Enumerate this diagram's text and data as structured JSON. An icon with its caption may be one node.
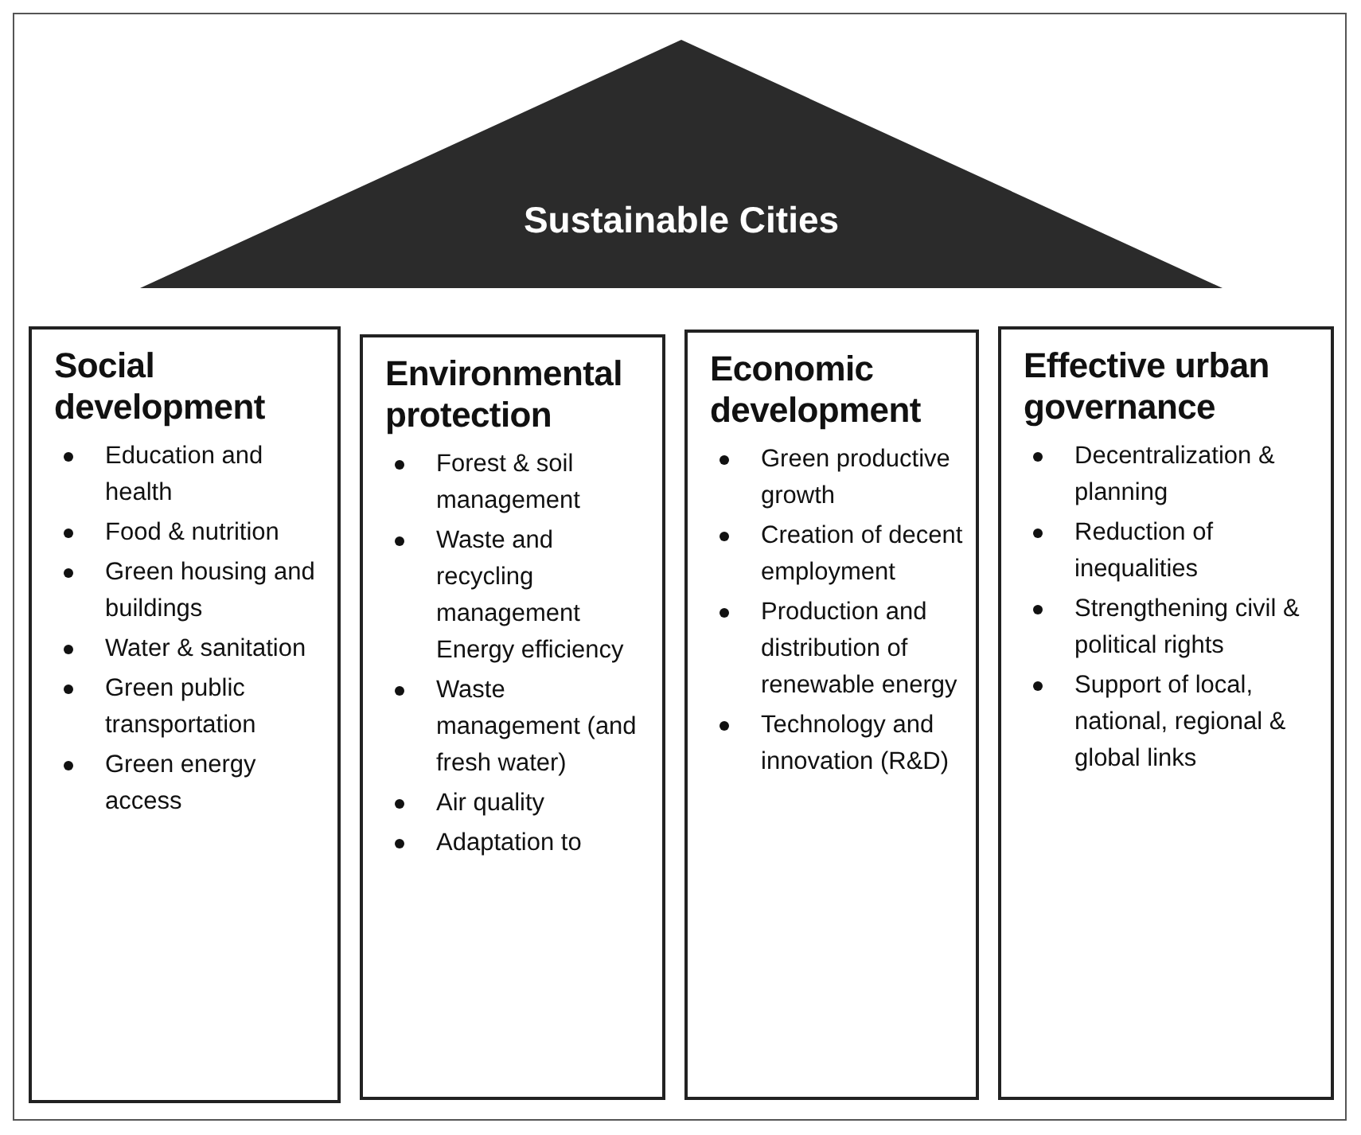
{
  "diagram": {
    "nodes": [
      {
        "text": [
          "Sustainable Cities"
        ]
      },
      {
        "text": [
          "Social development",
          "Education and health",
          "Food & nutrition",
          "Green housing and buildings",
          "Water & sanitation",
          "Green public transportation",
          "Green energy access"
        ]
      },
      {
        "text": [
          "Environmental protection",
          "Forest & soil management",
          "Waste and recycling management Energy efficiency",
          "Waste management (and fresh water)",
          "Air quality",
          "Adaptation to"
        ]
      },
      {
        "text": [
          "Economic development",
          "Green productive growth",
          "Creation of decent employment",
          "Production and distribution of renewable energy",
          "Technology and innovation (R&D)"
        ]
      },
      {
        "text": [
          "Effective urban governance",
          "Decentralization & planning",
          "Reduction of inequalities",
          "Strengthening civil & political rights",
          "Support of local, national, regional & global links"
        ]
      }
    ],
    "edges": []
  }
}
